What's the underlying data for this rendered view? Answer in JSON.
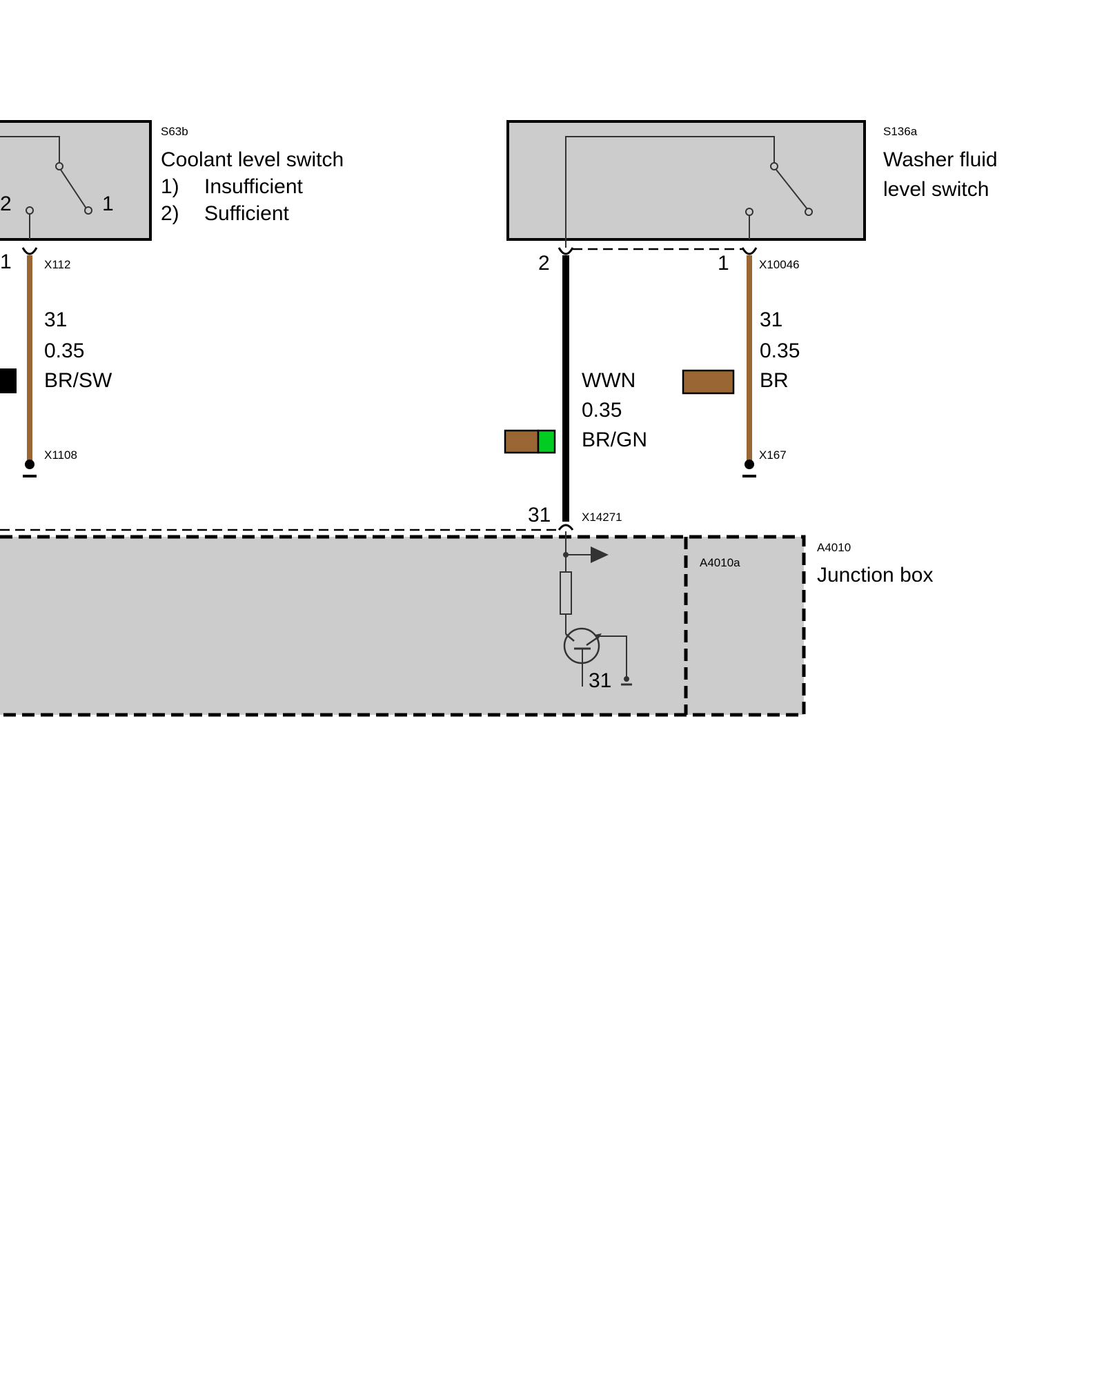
{
  "components": {
    "coolant_switch": {
      "code": "S63b",
      "title": "Coolant level switch",
      "legend": [
        {
          "num": "1)",
          "text": "Insufficient"
        },
        {
          "num": "2)",
          "text": "Sufficient"
        }
      ],
      "pin_left": "2",
      "pin_right": "1",
      "pin_connector": "1",
      "connector": "X112"
    },
    "washer_switch": {
      "code": "S136a",
      "title_line1": "Washer fluid",
      "title_line2": "level switch",
      "pin_left": "2",
      "pin_right": "1",
      "connector": "X10046"
    },
    "junction_box": {
      "code": "A4010",
      "sub_code": "A4010a",
      "title": "Junction box",
      "ground_label": "31"
    }
  },
  "wires": {
    "coolant_ground": {
      "terminal": "31",
      "gauge": "0.35",
      "color_code": "BR/SW",
      "colors": [
        "#000000"
      ],
      "ground_connector": "X1108"
    },
    "washer_ground": {
      "terminal": "31",
      "gauge": "0.35",
      "color_code": "BR",
      "colors": [
        "#9a6633"
      ],
      "ground_connector": "X167"
    },
    "washer_signal": {
      "terminal": "WWN",
      "gauge": "0.35",
      "color_code": "BR/GN",
      "colors": [
        "#9a6633",
        "#00cc22"
      ],
      "pin_label": "31",
      "connector": "X14271"
    }
  },
  "colors": {
    "brown_wire": "#9a6633",
    "signal_wire": "#000000",
    "component_fill": "#cccccc",
    "green": "#00cc22"
  }
}
